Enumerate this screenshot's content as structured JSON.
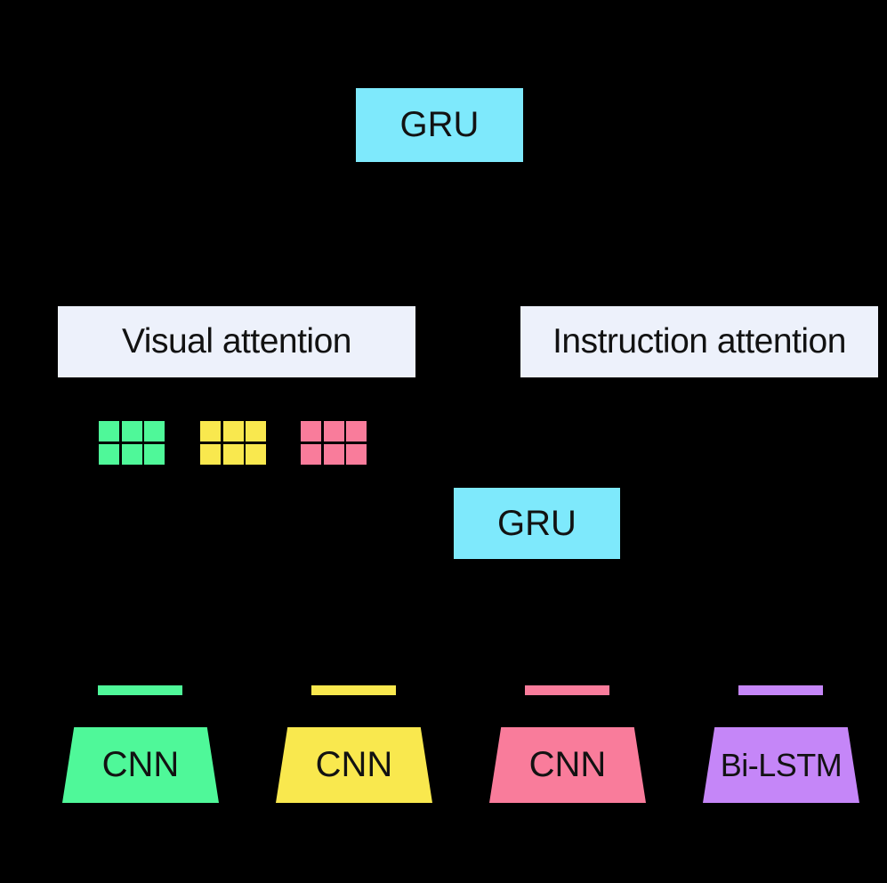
{
  "diagram": {
    "colors": {
      "background": "#000000",
      "gru_box": "#7EE9FC",
      "attention_box": "#EDF1FB",
      "text": "#121212",
      "green": "#4FF899",
      "yellow": "#F9E84E",
      "pink": "#F97C9B",
      "purple": "#C586F8"
    },
    "gru_top": {
      "label": "GRU"
    },
    "visual_attention": {
      "label": "Visual attention"
    },
    "instruction_attention": {
      "label": "Instruction attention"
    },
    "gru_mid": {
      "label": "GRU"
    },
    "feature_grids": [
      {
        "name": "green-feature-grid",
        "color": "#4FF899",
        "rows": 2,
        "cols": 3
      },
      {
        "name": "yellow-feature-grid",
        "color": "#F9E84E",
        "rows": 2,
        "cols": 3
      },
      {
        "name": "pink-feature-grid",
        "color": "#F97C9B",
        "rows": 2,
        "cols": 3
      }
    ],
    "feature_bars": [
      {
        "name": "green-feature-bar",
        "color": "#4FF899"
      },
      {
        "name": "yellow-feature-bar",
        "color": "#F9E84E"
      },
      {
        "name": "pink-feature-bar",
        "color": "#F97C9B"
      },
      {
        "name": "purple-feature-bar",
        "color": "#C586F8"
      }
    ],
    "encoders": [
      {
        "label": "CNN",
        "color": "#4FF899"
      },
      {
        "label": "CNN",
        "color": "#F9E84E"
      },
      {
        "label": "CNN",
        "color": "#F97C9B"
      },
      {
        "label": "Bi-LSTM",
        "color": "#C586F8"
      }
    ]
  }
}
